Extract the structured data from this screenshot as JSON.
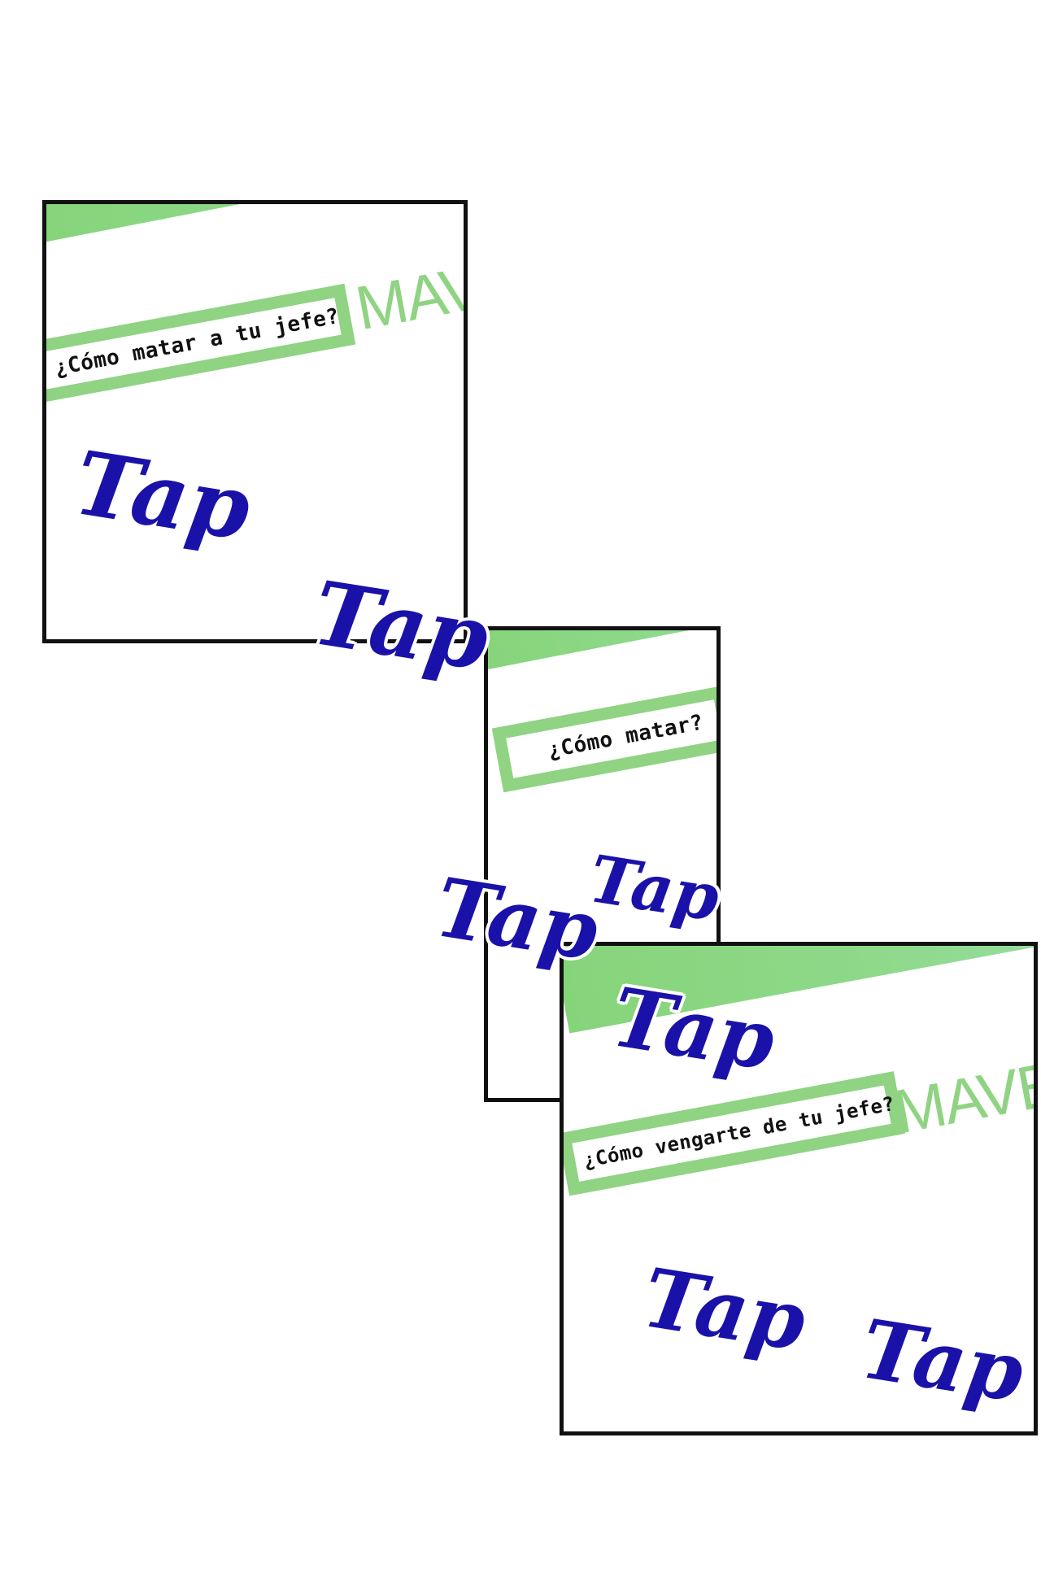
{
  "panels": [
    {
      "search_text": "¿Cómo matar a tu jefe?",
      "brand": "MAV"
    },
    {
      "search_text": "¿Cómo matar?"
    },
    {
      "search_text": "¿Cómo vengarte de tu jefe?",
      "brand": "MAVE"
    }
  ],
  "sfx": {
    "tap_1": "Tap",
    "tap_2": "Tap",
    "tap_3": "Tap",
    "tap_4": "Tap",
    "tap_5": "Tap",
    "tap_6": "Tap",
    "tap_7": "Tap"
  },
  "colors": {
    "band_green": "#86d47a",
    "search_border_green": "#8fd383",
    "sfx_blue": "#1a12a8",
    "panel_border": "#111111"
  }
}
